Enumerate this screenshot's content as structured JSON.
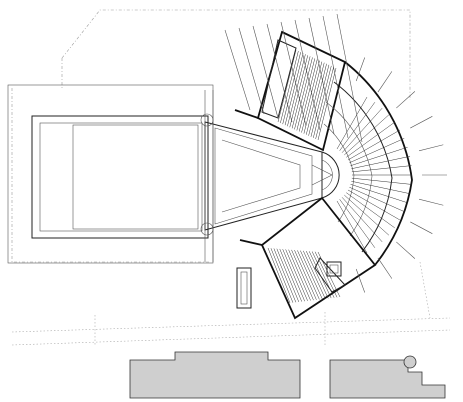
{
  "drawing": {
    "kind": "site plan",
    "colors": {
      "background": "#ffffff",
      "linework": "#222222",
      "site_boundary": "#999999",
      "building_fill": "#cfcfcf"
    },
    "seating_wings": [
      "upper-wing",
      "curved-bowl",
      "lower-wing"
    ]
  }
}
